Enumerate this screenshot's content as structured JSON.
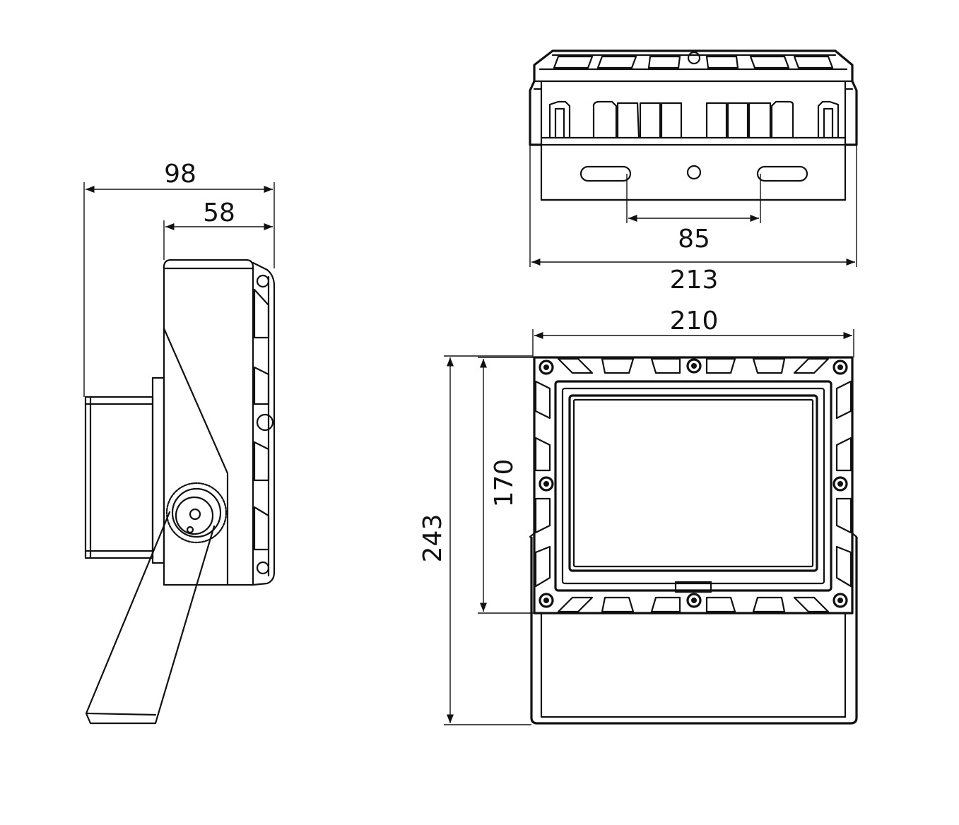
{
  "colors": {
    "line": "#111111",
    "background": "#ffffff"
  },
  "dimensions": {
    "side_depth_total": "98",
    "side_depth_body": "58",
    "top_width_total": "213",
    "top_mount_spacing": "85",
    "front_width": "210",
    "front_height_total": "243",
    "front_height_body": "170"
  }
}
